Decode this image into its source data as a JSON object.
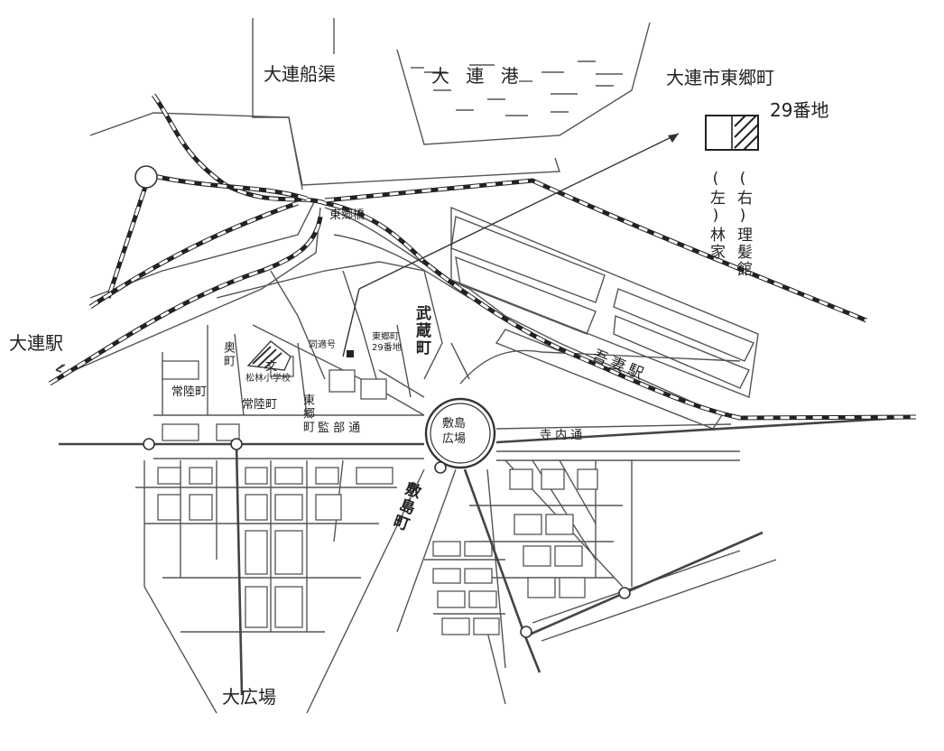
{
  "labels": {
    "canal": "大連船渠",
    "port": "大 連 港",
    "addr_line1": "大連市東郷町",
    "addr_line2": "29番地",
    "left_house": "(左)林家",
    "right_house": "(右)理髪館",
    "bridge": "東郷橋",
    "dalian_station": "大連駅",
    "musashi_town": "武蔵町",
    "togo_29": "東郷町\n29番地",
    "tonomachi": "同適号",
    "oku_town": "奥町",
    "school_mark": "文",
    "school": "松林小学校",
    "hitachi_1": "常陸町",
    "hitachi_2": "常陸町",
    "togo_town_v": "東郷町",
    "kanbu_street": "監 部 通",
    "shikishima_plaza": "敷島\n広場",
    "terauchi_street": "寺 内 通",
    "shikishima_town": "敷島町",
    "agatsuma_station": "吾妻駅",
    "ohiroba": "大広場"
  },
  "legend": {
    "right_hatched": true,
    "left_plain": true
  },
  "colors": {
    "ink": "#222222",
    "paper": "#ffffff"
  }
}
